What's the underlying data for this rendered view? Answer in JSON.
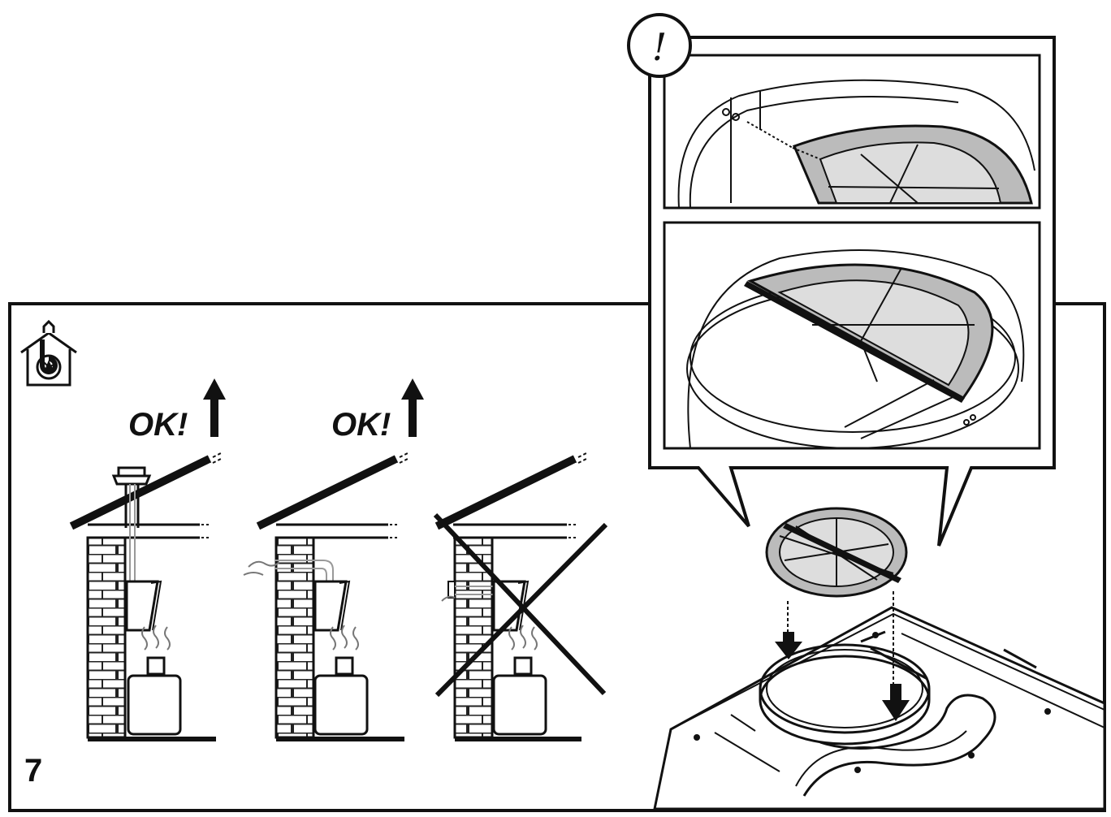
{
  "diagram": {
    "step_number": "7",
    "warning_symbol": "!",
    "house_icon": "house-fan-duct-icon",
    "panels": [
      {
        "name": "panel-ok-roof-flue",
        "label": "OK!",
        "verdict": "ok",
        "icon": "arrow-up-icon"
      },
      {
        "name": "panel-ok-wall-vent",
        "label": "OK!",
        "verdict": "ok",
        "icon": "arrow-up-icon"
      },
      {
        "name": "panel-not-allowed",
        "label": "",
        "verdict": "not-allowed",
        "icon": "cross-mark-icon"
      }
    ],
    "callout": {
      "name": "check-valve-detail",
      "icon": "warning-callout-icon"
    }
  }
}
